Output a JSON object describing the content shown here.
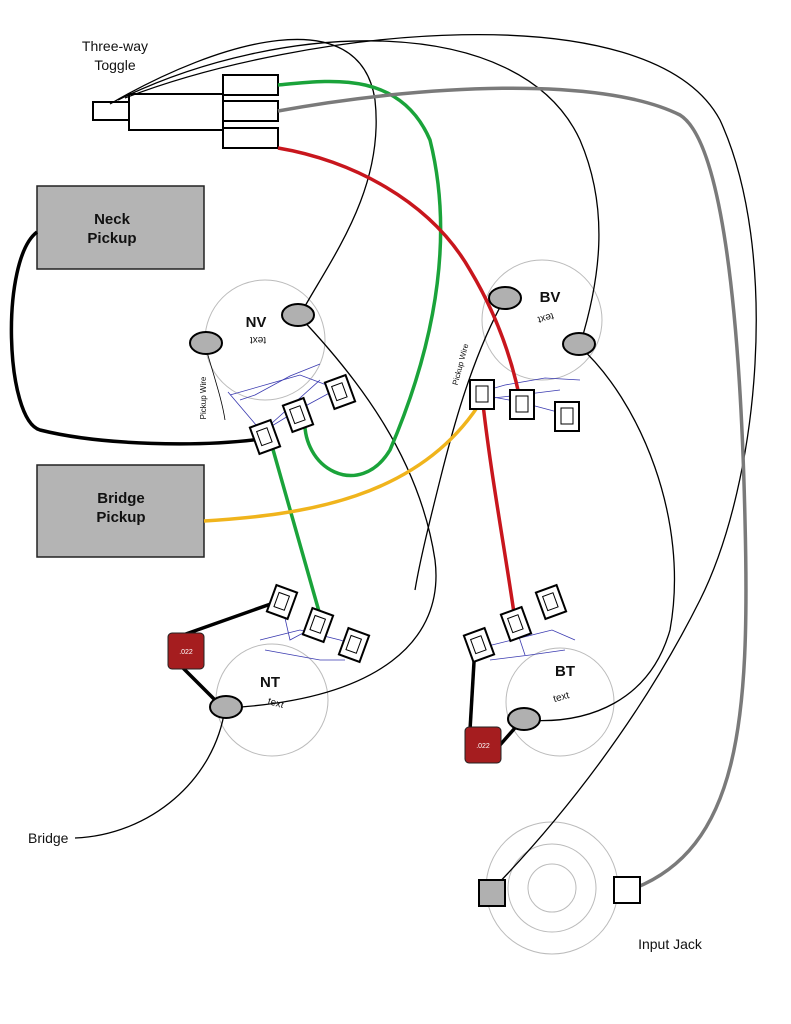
{
  "toggle": {
    "label_line1": "Three-way",
    "label_line2": "Toggle"
  },
  "neck_pickup": {
    "line1": "Neck",
    "line2": "Pickup"
  },
  "bridge_pickup": {
    "line1": "Bridge",
    "line2": "Pickup"
  },
  "pots": {
    "nv": {
      "name": "NV",
      "text": "text",
      "wire_label": "Pickup Wire"
    },
    "bv": {
      "name": "BV",
      "text": "text",
      "wire_label": "Pickup Wire"
    },
    "nt": {
      "name": "NT",
      "text": "text",
      "cap": ".022"
    },
    "bt": {
      "name": "BT",
      "text": "text",
      "cap": ".022"
    }
  },
  "bridge_label": "Bridge",
  "input_jack_label": "Input Jack",
  "colors": {
    "green": "#1aa33a",
    "red": "#c8161d",
    "yellow": "#f0b41c",
    "gray_wire": "#7a7a7a",
    "black": "#000000",
    "pickup_fill": "#b4b4b4",
    "lug_fill": "#b0b0b0",
    "cap_fill": "#a51d1f"
  }
}
